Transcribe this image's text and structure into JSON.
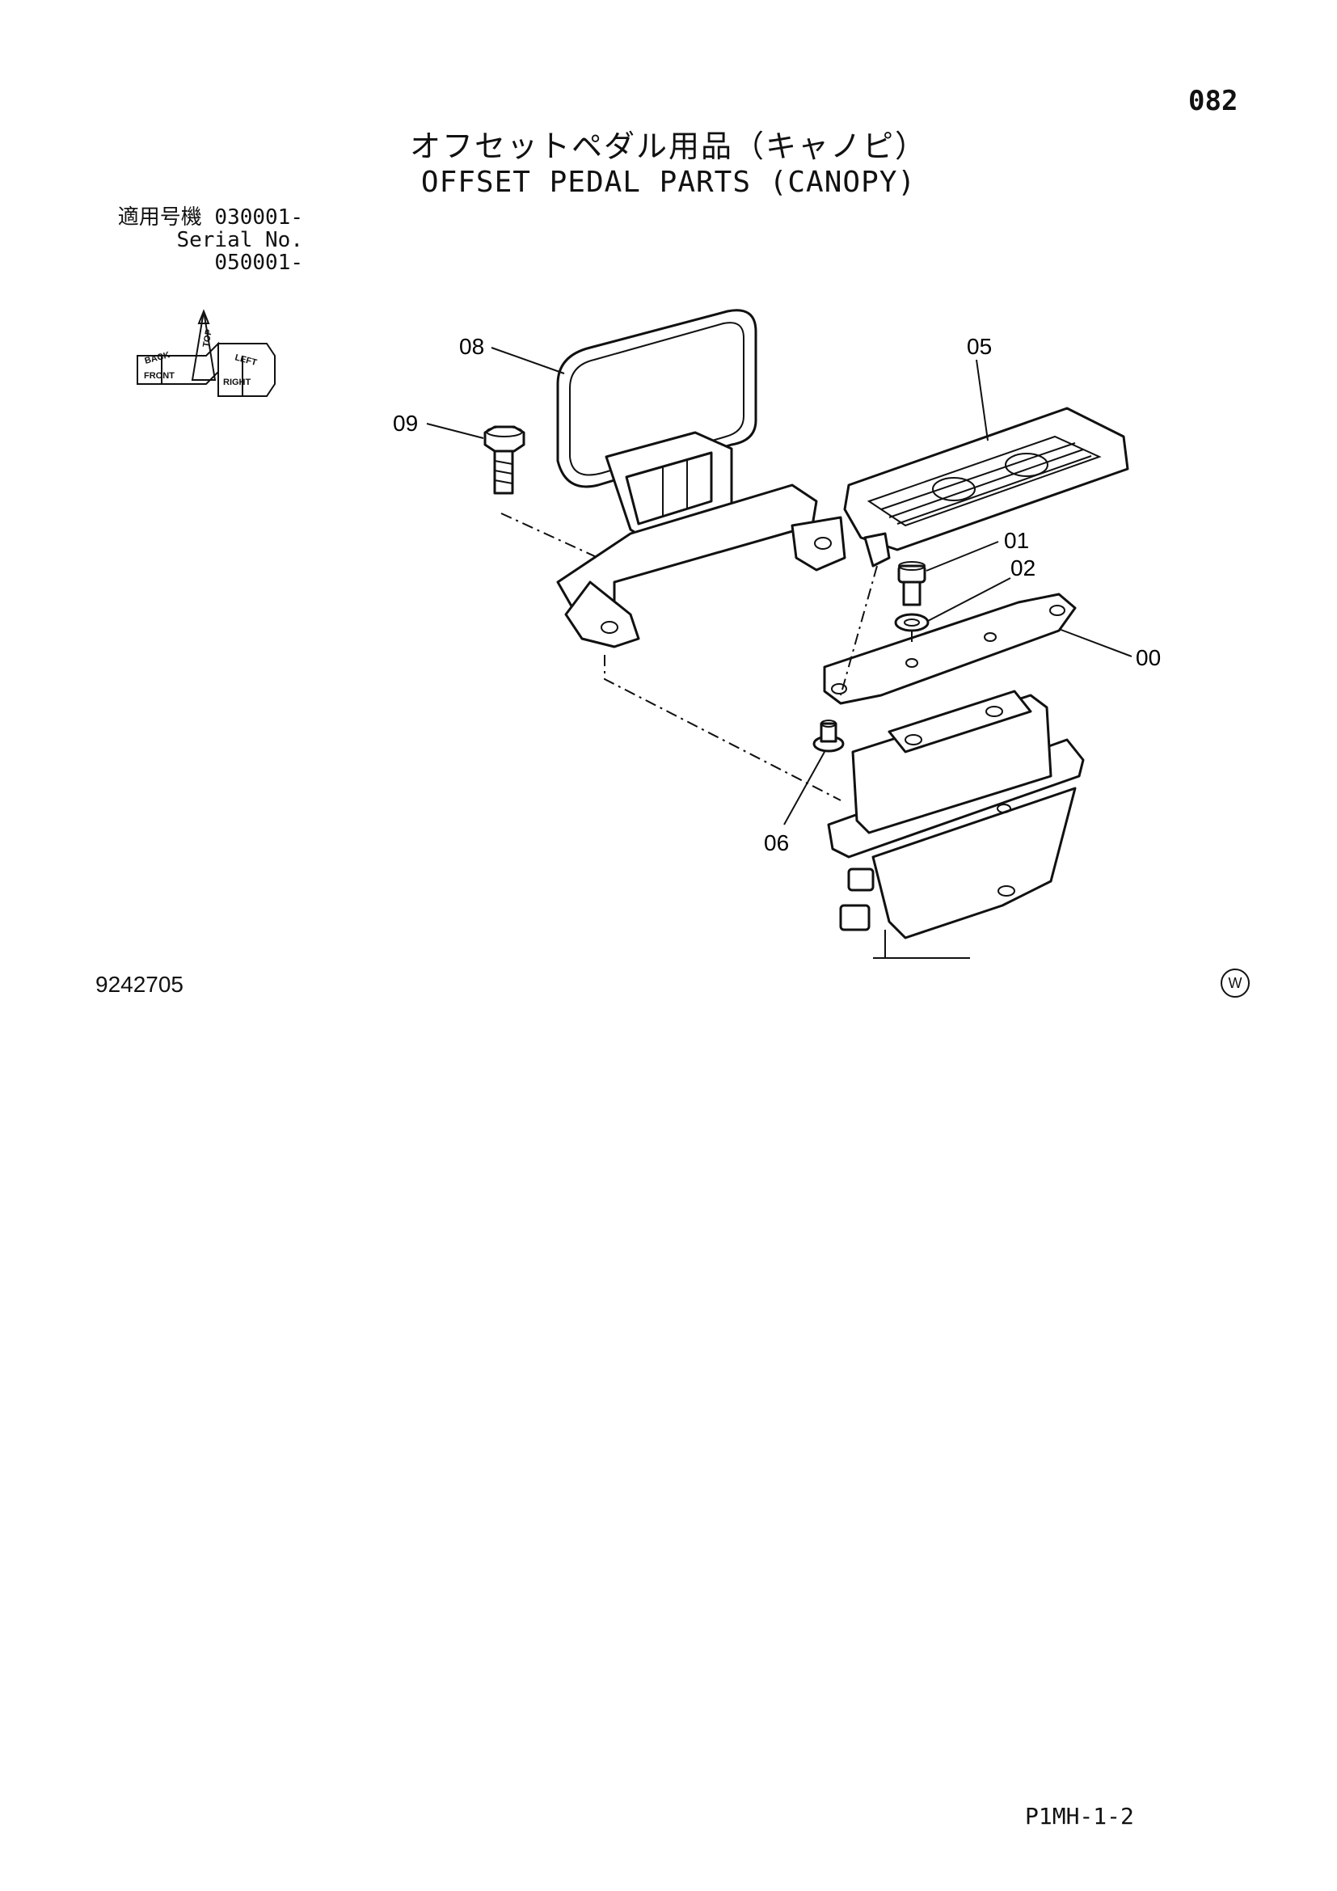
{
  "page_number": "082",
  "title_jp": "オフセットペダル用品（キャノピ）",
  "title_en": "OFFSET PEDAL PARTS (CANOPY)",
  "serial": {
    "line_jp": "適用号機  030001-",
    "line_en": "Serial No. 050001-"
  },
  "orientation": {
    "top": "TOP",
    "front": "FRONT",
    "right": "RIGHT",
    "back": "BACK",
    "left": "LEFT"
  },
  "callouts": [
    "08",
    "09",
    "05",
    "01",
    "02",
    "00",
    "06"
  ],
  "document_code": "9242705",
  "mark": "W",
  "footer_code": "P1MH-1-2"
}
